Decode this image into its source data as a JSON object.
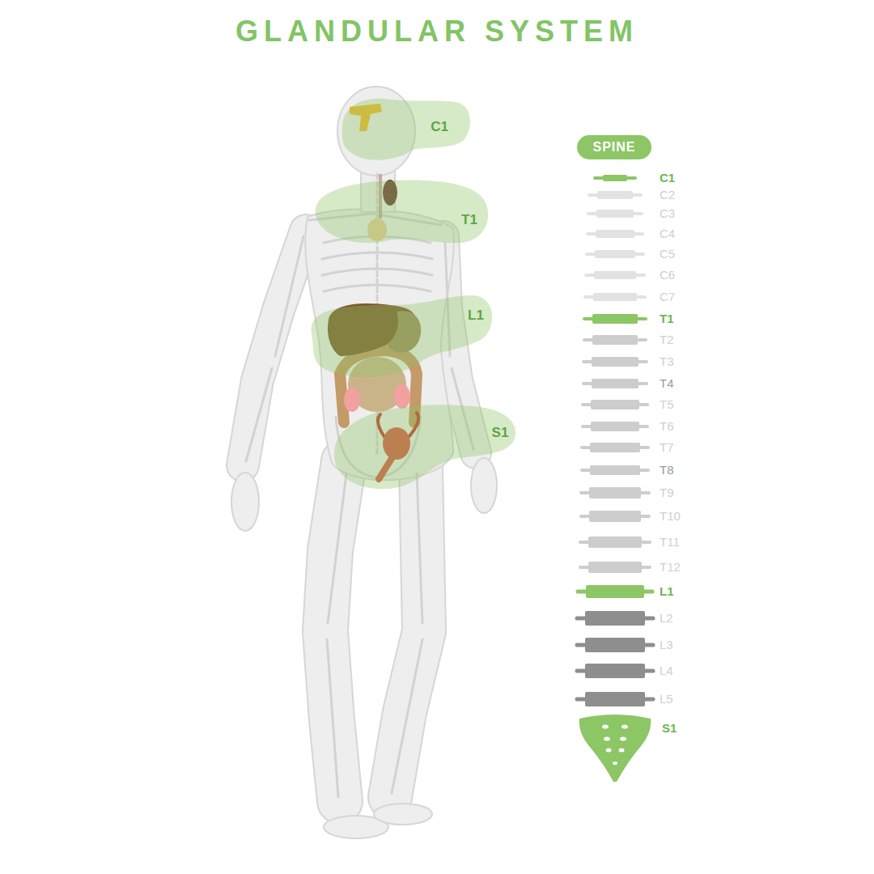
{
  "diagram": {
    "title": "GLANDULAR SYSTEM",
    "nodes": [
      {
        "text": [
          "C1"
        ]
      },
      {
        "text": [
          "SPINE"
        ]
      },
      {
        "text": [
          "T1"
        ]
      },
      {
        "text": [
          "L1"
        ]
      },
      {
        "text": [
          "S1"
        ]
      }
    ],
    "labels": [
      "C1",
      "C2",
      "C3",
      "C4",
      "C5",
      "C6",
      "C7",
      "T1",
      "T2",
      "T3",
      "T4",
      "T5",
      "T6",
      "T7",
      "T8",
      "T9",
      "T10",
      "T11",
      "T12",
      "L1",
      "L2",
      "L3",
      "L4",
      "L5",
      "S1"
    ]
  }
}
